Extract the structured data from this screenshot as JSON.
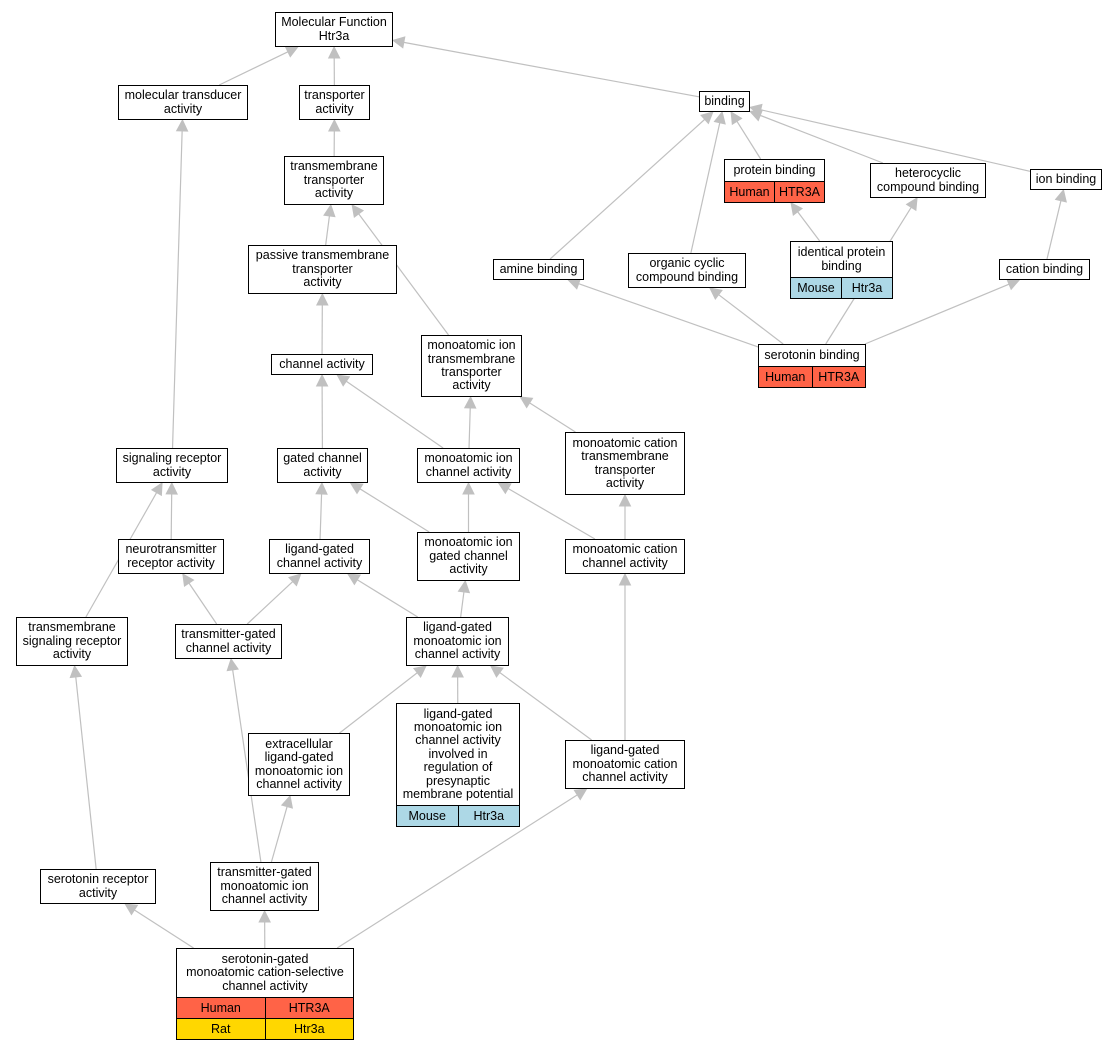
{
  "colors": {
    "human": "#ff6347",
    "mouse": "#add8e6",
    "rat": "#ffd700",
    "edge": "#c0c0c0"
  },
  "nodes": [
    {
      "id": "mf",
      "lines": [
        "Molecular Function",
        "Htr3a"
      ]
    },
    {
      "id": "mta",
      "lines": [
        "molecular transducer",
        "activity"
      ]
    },
    {
      "id": "ta",
      "lines": [
        "transporter",
        "activity"
      ]
    },
    {
      "id": "bind",
      "lines": [
        "binding"
      ]
    },
    {
      "id": "tta",
      "lines": [
        "transmembrane",
        "transporter",
        "activity"
      ]
    },
    {
      "id": "pb",
      "lines": [
        "protein binding"
      ],
      "annotations": [
        {
          "species": "Human",
          "gene": "HTR3A",
          "color": "#ff6347"
        }
      ]
    },
    {
      "id": "hcb",
      "lines": [
        "heterocyclic",
        "compound binding"
      ]
    },
    {
      "id": "ib",
      "lines": [
        "ion binding"
      ]
    },
    {
      "id": "ptta",
      "lines": [
        "passive transmembrane",
        "transporter",
        "activity"
      ]
    },
    {
      "id": "ipb",
      "lines": [
        "identical protein",
        "binding"
      ],
      "annotations": [
        {
          "species": "Mouse",
          "gene": "Htr3a",
          "color": "#add8e6"
        }
      ]
    },
    {
      "id": "ab",
      "lines": [
        "amine binding"
      ]
    },
    {
      "id": "occb",
      "lines": [
        "organic cyclic",
        "compound binding"
      ]
    },
    {
      "id": "cb",
      "lines": [
        "cation binding"
      ]
    },
    {
      "id": "mitta",
      "lines": [
        "monoatomic ion",
        "transmembrane",
        "transporter",
        "activity"
      ]
    },
    {
      "id": "ca",
      "lines": [
        "channel activity"
      ]
    },
    {
      "id": "sb",
      "lines": [
        "serotonin binding"
      ],
      "annotations": [
        {
          "species": "Human",
          "gene": "HTR3A",
          "color": "#ff6347"
        }
      ]
    },
    {
      "id": "mctta",
      "lines": [
        "monoatomic cation",
        "transmembrane",
        "transporter",
        "activity"
      ]
    },
    {
      "id": "sra",
      "lines": [
        "signaling receptor",
        "activity"
      ]
    },
    {
      "id": "gca",
      "lines": [
        "gated channel",
        "activity"
      ]
    },
    {
      "id": "mica",
      "lines": [
        "monoatomic ion",
        "channel activity"
      ]
    },
    {
      "id": "nra",
      "lines": [
        "neurotransmitter",
        "receptor activity"
      ]
    },
    {
      "id": "lgca",
      "lines": [
        "ligand-gated",
        "channel activity"
      ]
    },
    {
      "id": "migca",
      "lines": [
        "monoatomic ion",
        "gated channel",
        "activity"
      ]
    },
    {
      "id": "mcca",
      "lines": [
        "monoatomic cation",
        "channel activity"
      ]
    },
    {
      "id": "tsra",
      "lines": [
        "transmembrane",
        "signaling receptor",
        "activity"
      ]
    },
    {
      "id": "tgca",
      "lines": [
        "transmitter-gated",
        "channel activity"
      ]
    },
    {
      "id": "lgmica",
      "lines": [
        "ligand-gated",
        "monoatomic ion",
        "channel activity"
      ]
    },
    {
      "id": "elgmica",
      "lines": [
        "extracellular",
        "ligand-gated",
        "monoatomic ion",
        "channel activity"
      ]
    },
    {
      "id": "lgmicair",
      "lines": [
        "ligand-gated",
        "monoatomic ion",
        "channel activity",
        "involved in",
        "regulation of",
        "presynaptic",
        "membrane potential"
      ],
      "annotations": [
        {
          "species": "Mouse",
          "gene": "Htr3a",
          "color": "#add8e6"
        }
      ]
    },
    {
      "id": "lgmcca",
      "lines": [
        "ligand-gated",
        "monoatomic cation",
        "channel activity"
      ]
    },
    {
      "id": "srna",
      "lines": [
        "serotonin receptor",
        "activity"
      ]
    },
    {
      "id": "tgmica",
      "lines": [
        "transmitter-gated",
        "monoatomic ion",
        "channel activity"
      ]
    },
    {
      "id": "sgmcsca",
      "lines": [
        "serotonin-gated",
        "monoatomic cation-selective",
        "channel activity"
      ],
      "annotations": [
        {
          "species": "Human",
          "gene": "HTR3A",
          "color": "#ff6347"
        },
        {
          "species": "Rat",
          "gene": "Htr3a",
          "color": "#ffd700"
        }
      ]
    }
  ],
  "edges": [
    {
      "from": "mta",
      "to": "mf"
    },
    {
      "from": "ta",
      "to": "mf"
    },
    {
      "from": "bind",
      "to": "mf"
    },
    {
      "from": "tta",
      "to": "ta"
    },
    {
      "from": "sra",
      "to": "mta"
    },
    {
      "from": "pb",
      "to": "bind"
    },
    {
      "from": "hcb",
      "to": "bind"
    },
    {
      "from": "ib",
      "to": "bind"
    },
    {
      "from": "ab",
      "to": "bind"
    },
    {
      "from": "occb",
      "to": "bind"
    },
    {
      "from": "ptta",
      "to": "tta"
    },
    {
      "from": "mitta",
      "to": "tta"
    },
    {
      "from": "ipb",
      "to": "pb"
    },
    {
      "from": "sb",
      "to": "hcb"
    },
    {
      "from": "cb",
      "to": "ib"
    },
    {
      "from": "sb",
      "to": "ab"
    },
    {
      "from": "sb",
      "to": "occb"
    },
    {
      "from": "sb",
      "to": "cb"
    },
    {
      "from": "ca",
      "to": "ptta"
    },
    {
      "from": "mica",
      "to": "mitta"
    },
    {
      "from": "mctta",
      "to": "mitta"
    },
    {
      "from": "gca",
      "to": "ca"
    },
    {
      "from": "mica",
      "to": "ca"
    },
    {
      "from": "mcca",
      "to": "mctta"
    },
    {
      "from": "nra",
      "to": "sra"
    },
    {
      "from": "tsra",
      "to": "sra"
    },
    {
      "from": "lgca",
      "to": "gca"
    },
    {
      "from": "migca",
      "to": "gca"
    },
    {
      "from": "migca",
      "to": "mica"
    },
    {
      "from": "mcca",
      "to": "mica"
    },
    {
      "from": "tgca",
      "to": "nra"
    },
    {
      "from": "tgca",
      "to": "lgca"
    },
    {
      "from": "lgmica",
      "to": "lgca"
    },
    {
      "from": "lgmica",
      "to": "migca"
    },
    {
      "from": "lgmcca",
      "to": "mcca"
    },
    {
      "from": "srna",
      "to": "tsra"
    },
    {
      "from": "tgmica",
      "to": "tgca"
    },
    {
      "from": "elgmica",
      "to": "lgmica"
    },
    {
      "from": "lgmicair",
      "to": "lgmica"
    },
    {
      "from": "lgmcca",
      "to": "lgmica"
    },
    {
      "from": "tgmica",
      "to": "elgmica"
    },
    {
      "from": "sgmcsca",
      "to": "srna"
    },
    {
      "from": "sgmcsca",
      "to": "tgmica"
    },
    {
      "from": "sgmcsca",
      "to": "lgmcca"
    }
  ]
}
